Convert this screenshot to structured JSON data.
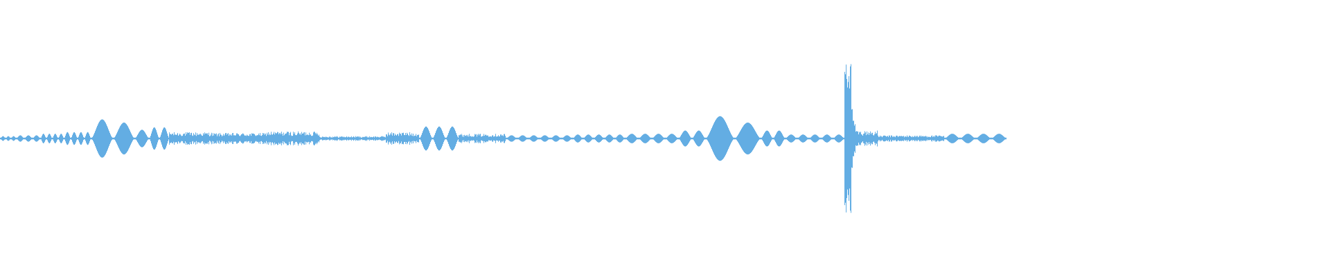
{
  "waveform": {
    "color": "#63ade3",
    "background": "#ffffff",
    "duration_fraction": 0.757,
    "segments": [
      {
        "start": 0.0,
        "end": 0.012,
        "amp": 0.03,
        "style": "pulse",
        "count": 3
      },
      {
        "start": 0.012,
        "end": 0.03,
        "amp": 0.04,
        "style": "pulse",
        "count": 3
      },
      {
        "start": 0.03,
        "end": 0.048,
        "amp": 0.06,
        "style": "pulse",
        "count": 4
      },
      {
        "start": 0.048,
        "end": 0.068,
        "amp": 0.08,
        "style": "pulse",
        "count": 4
      },
      {
        "start": 0.068,
        "end": 0.085,
        "amp": 0.24,
        "style": "pulse",
        "count": 1
      },
      {
        "start": 0.085,
        "end": 0.101,
        "amp": 0.2,
        "style": "pulse",
        "count": 1
      },
      {
        "start": 0.101,
        "end": 0.112,
        "amp": 0.11,
        "style": "pulse",
        "count": 1
      },
      {
        "start": 0.112,
        "end": 0.127,
        "amp": 0.14,
        "style": "pulse",
        "count": 2
      },
      {
        "start": 0.127,
        "end": 0.16,
        "amp": 0.08,
        "style": "noise"
      },
      {
        "start": 0.16,
        "end": 0.2,
        "amp": 0.07,
        "style": "noise"
      },
      {
        "start": 0.2,
        "end": 0.24,
        "amp": 0.09,
        "style": "noise"
      },
      {
        "start": 0.24,
        "end": 0.29,
        "amp": 0.03,
        "style": "noise"
      },
      {
        "start": 0.29,
        "end": 0.315,
        "amp": 0.08,
        "style": "noise"
      },
      {
        "start": 0.315,
        "end": 0.345,
        "amp": 0.15,
        "style": "pulse",
        "count": 3
      },
      {
        "start": 0.345,
        "end": 0.38,
        "amp": 0.06,
        "style": "noise"
      },
      {
        "start": 0.38,
        "end": 0.43,
        "amp": 0.04,
        "style": "pulse",
        "count": 6
      },
      {
        "start": 0.43,
        "end": 0.47,
        "amp": 0.05,
        "style": "pulse",
        "count": 5
      },
      {
        "start": 0.47,
        "end": 0.51,
        "amp": 0.06,
        "style": "pulse",
        "count": 4
      },
      {
        "start": 0.51,
        "end": 0.53,
        "amp": 0.1,
        "style": "pulse",
        "count": 2
      },
      {
        "start": 0.53,
        "end": 0.552,
        "amp": 0.28,
        "style": "pulse",
        "count": 1
      },
      {
        "start": 0.552,
        "end": 0.572,
        "amp": 0.2,
        "style": "pulse",
        "count": 1
      },
      {
        "start": 0.572,
        "end": 0.59,
        "amp": 0.1,
        "style": "pulse",
        "count": 2
      },
      {
        "start": 0.59,
        "end": 0.635,
        "amp": 0.05,
        "style": "pulse",
        "count": 5
      },
      {
        "start": 0.635,
        "end": 0.64,
        "amp": 1.0,
        "style": "spike"
      },
      {
        "start": 0.64,
        "end": 0.66,
        "amp": 0.1,
        "style": "noise"
      },
      {
        "start": 0.66,
        "end": 0.71,
        "amp": 0.04,
        "style": "noise"
      },
      {
        "start": 0.71,
        "end": 0.757,
        "amp": 0.06,
        "style": "pulse",
        "count": 4
      }
    ]
  }
}
